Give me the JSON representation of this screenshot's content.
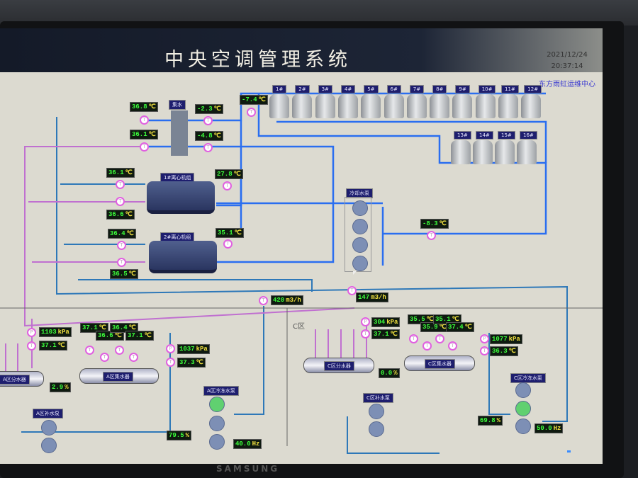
{
  "header": {
    "title": "中央空调管理系统",
    "date": "2021/12/24",
    "time": "20:37:14",
    "org": "东方雨虹运维中心"
  },
  "monitor_brand": "SAMSUNG",
  "labels": {
    "collector": "集水",
    "chiller1": "1#离心机组",
    "chiller2": "2#离心机组",
    "cooling_pump": "冷却水泵",
    "a_distributor": "A区分水器",
    "a_collector": "A区集水器",
    "a_makeup_pump": "A区补水泵",
    "a_chw_pump": "A区冷冻水泵",
    "c_zone": "C区",
    "c_distributor": "C区分水器",
    "c_collector": "C区集水器",
    "c_makeup_pump": "C区补水泵",
    "c_chw_pump": "C区冷冻水泵"
  },
  "towers_row1": [
    "1#",
    "2#",
    "3#",
    "4#",
    "5#",
    "6#",
    "7#",
    "8#",
    "9#",
    "10#",
    "11#",
    "12#"
  ],
  "towers_row2": [
    "13#",
    "14#",
    "15#",
    "16#"
  ],
  "sensor_t": "T",
  "sensor_p": "P",
  "readouts": {
    "r1": {
      "v": "36.8",
      "u": "℃"
    },
    "r2": {
      "v": "36.1",
      "u": "℃"
    },
    "r3": {
      "v": "-2.3",
      "u": "℃"
    },
    "r4": {
      "v": "-4.8",
      "u": "℃"
    },
    "r5": {
      "v": "-7.4",
      "u": "℃"
    },
    "r6": {
      "v": "36.1",
      "u": "℃"
    },
    "r7": {
      "v": "27.8",
      "u": "℃"
    },
    "r8": {
      "v": "36.6",
      "u": "℃"
    },
    "r9": {
      "v": "36.4",
      "u": "℃"
    },
    "r10": {
      "v": "35.1",
      "u": "℃"
    },
    "r11": {
      "v": "36.5",
      "u": "℃"
    },
    "r12": {
      "v": "-8.3",
      "u": "℃"
    },
    "r13": {
      "v": "420",
      "u": "m3/h"
    },
    "r14": {
      "v": "147",
      "u": "m3/h"
    },
    "a1": {
      "v": "1103",
      "u": "kPa"
    },
    "a2": {
      "v": "37.1",
      "u": "℃"
    },
    "a3": {
      "v": "37.1",
      "u": "℃"
    },
    "a4": {
      "v": "36.6",
      "u": "℃"
    },
    "a5": {
      "v": "36.4",
      "u": "℃"
    },
    "a6": {
      "v": "37.1",
      "u": "℃"
    },
    "a7": {
      "v": "1037",
      "u": "kPa"
    },
    "a8": {
      "v": "37.3",
      "u": "℃"
    },
    "a9": {
      "v": "2.9",
      "u": "%"
    },
    "a10": {
      "v": "79.5",
      "u": "%"
    },
    "a11": {
      "v": "40.0",
      "u": "Hz"
    },
    "c1": {
      "v": "304",
      "u": "kPa"
    },
    "c2": {
      "v": "37.1",
      "u": "℃"
    },
    "c3": {
      "v": "35.5",
      "u": "℃"
    },
    "c4": {
      "v": "35.9",
      "u": "℃"
    },
    "c5": {
      "v": "35.1",
      "u": "℃"
    },
    "c6": {
      "v": "37.4",
      "u": "℃"
    },
    "c7": {
      "v": "1077",
      "u": "kPa"
    },
    "c8": {
      "v": "36.3",
      "u": "℃"
    },
    "c9": {
      "v": "0.0",
      "u": "%"
    },
    "c10": {
      "v": "69.8",
      "u": "%"
    },
    "c11": {
      "v": "50.0",
      "u": "Hz"
    }
  },
  "colors": {
    "chilled": "#2a6ef0",
    "return": "#c070d0",
    "green": "#3cff3c"
  }
}
